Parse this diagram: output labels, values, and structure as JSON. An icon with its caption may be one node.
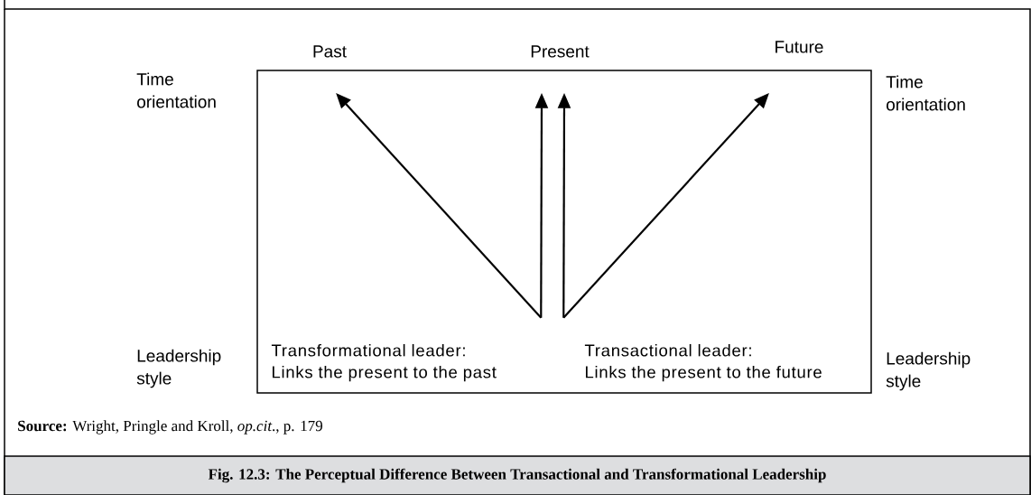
{
  "diagram": {
    "caption": "Fig. 12.3: The Perceptual Difference Between Transactional and Transformational Leadership",
    "nodes": [
      {
        "text": [],
        "shape": "box"
      },
      {
        "text": [
          "Past"
        ]
      },
      {
        "text": [
          "Present"
        ]
      },
      {
        "text": [
          "Future"
        ]
      },
      {
        "text": [
          "Transformational leader:",
          "Links the present to the past"
        ],
        "in": 0
      },
      {
        "text": [
          "Transactional leader:",
          "Links the present to the future"
        ],
        "in": 0
      }
    ],
    "edges": [
      {
        "from": 4,
        "to": 1,
        "arrow": "to"
      },
      {
        "from": 4,
        "to": 2,
        "arrow": "to"
      },
      {
        "from": 5,
        "to": 2,
        "arrow": "to"
      },
      {
        "from": 5,
        "to": 3,
        "arrow": "to"
      }
    ],
    "labels": [
      "Time orientation",
      "Time orientation",
      "Leadership style",
      "Leadership style",
      "**Source:** Wright, Pringle and Kroll, *op.cit*., p. 179"
    ]
  }
}
